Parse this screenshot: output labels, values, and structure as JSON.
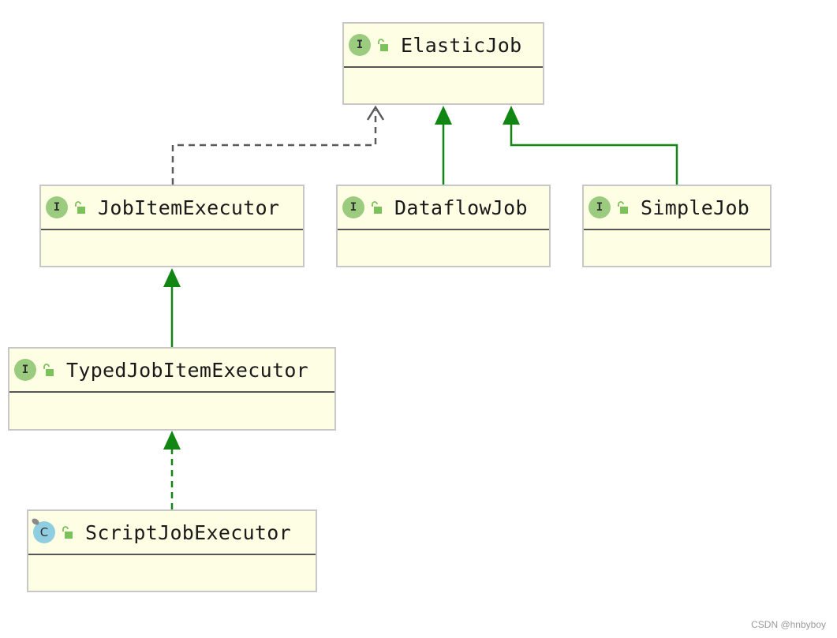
{
  "diagram": {
    "nodes": [
      {
        "id": "elasticjob",
        "kind_icon": "interface-icon",
        "kind_letter": "I",
        "visibility": "public-unlocked-icon",
        "name": "ElasticJob"
      },
      {
        "id": "jobitemexecutor",
        "kind_icon": "interface-icon",
        "kind_letter": "I",
        "visibility": "public-unlocked-icon",
        "name": "JobItemExecutor"
      },
      {
        "id": "dataflowjob",
        "kind_icon": "interface-icon",
        "kind_letter": "I",
        "visibility": "public-unlocked-icon",
        "name": "DataflowJob"
      },
      {
        "id": "simplejob",
        "kind_icon": "interface-icon",
        "kind_letter": "I",
        "visibility": "public-unlocked-icon",
        "name": "SimpleJob"
      },
      {
        "id": "typedjobitemexecutor",
        "kind_icon": "interface-icon",
        "kind_letter": "I",
        "visibility": "public-unlocked-icon",
        "name": "TypedJobItemExecutor"
      },
      {
        "id": "scriptjobexecutor",
        "kind_icon": "class-icon",
        "kind_letter": "C",
        "visibility": "public-unlocked-icon",
        "name": "ScriptJobExecutor"
      }
    ],
    "edges": [
      {
        "from": "jobitemexecutor",
        "to": "elasticjob",
        "relation": "dependency",
        "style": "dashed-gray-open-arrow"
      },
      {
        "from": "dataflowjob",
        "to": "elasticjob",
        "relation": "extends",
        "style": "solid-green-filled-arrow"
      },
      {
        "from": "simplejob",
        "to": "elasticjob",
        "relation": "extends",
        "style": "solid-green-filled-arrow"
      },
      {
        "from": "typedjobitemexecutor",
        "to": "jobitemexecutor",
        "relation": "extends",
        "style": "solid-green-filled-arrow"
      },
      {
        "from": "scriptjobexecutor",
        "to": "typedjobitemexecutor",
        "relation": "implements",
        "style": "dashed-green-filled-arrow"
      }
    ],
    "colors": {
      "node_fill": "#fefee4",
      "node_border": "#c7c7c7",
      "separator": "#555555",
      "extends_edge": "#128612",
      "dependency_edge": "#5a5a5a",
      "interface_icon": "#9acb7e",
      "class_icon": "#8fcde0",
      "lock_icon": "#7cc25a"
    }
  },
  "watermark": "CSDN @hnbyboy"
}
